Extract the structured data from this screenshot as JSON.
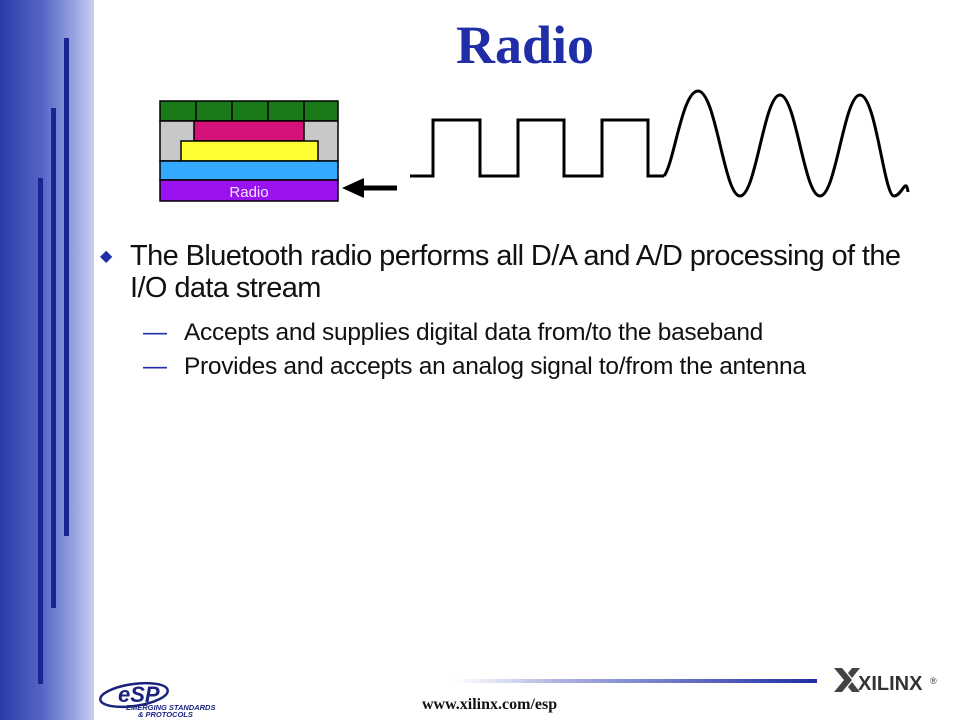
{
  "slide": {
    "title": "Radio",
    "diagram": {
      "block_label": "Radio"
    },
    "bullets": [
      {
        "text": "The Bluetooth radio performs all D/A and A/D processing of the I/O data stream",
        "subitems": [
          "Accepts and supplies digital data from/to the baseband",
          "Provides and accepts an analog signal to/from the antenna"
        ]
      }
    ],
    "footer": {
      "url": "www.xilinx.com/esp",
      "esp_logo_text": "eSP",
      "esp_tagline_1": "EMERGING STANDARDS",
      "esp_tagline_2": "& PROTOCOLS",
      "xilinx_logo_text": "XILINX",
      "registered_mark": "®"
    }
  },
  "colors": {
    "title": "#1f2da6",
    "stack_green": "#1a7a1a",
    "stack_magenta": "#d4127a",
    "stack_yellow": "#ffff33",
    "stack_cyan": "#33aaff",
    "stack_violet": "#9a12f0",
    "stack_gray": "#c8c8c8"
  }
}
